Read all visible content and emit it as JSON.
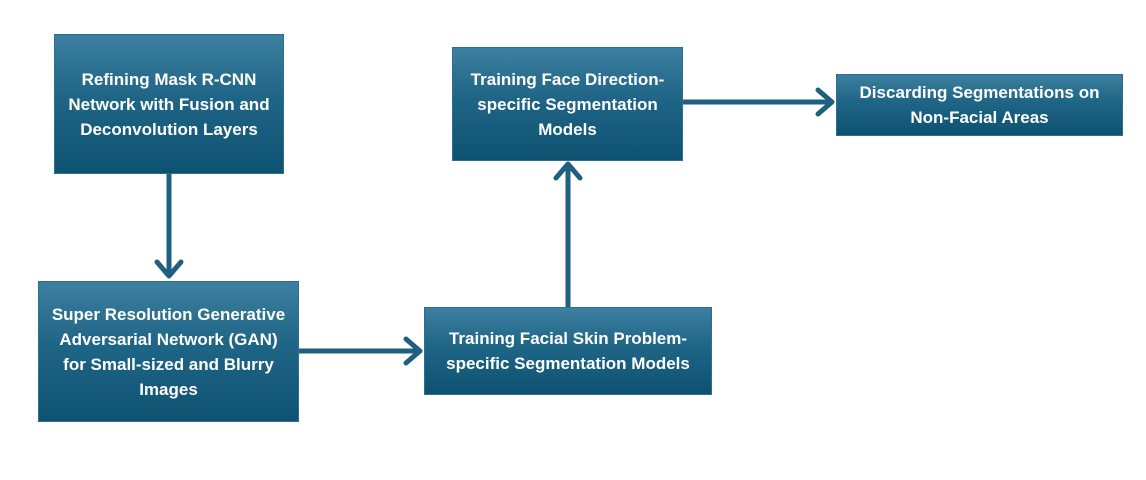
{
  "diagram": {
    "boxes": {
      "refining": "Refining Mask R-CNN Network with Fusion and Deconvolution Layers",
      "gan": "Super Resolution Generative Adversarial Network (GAN) for Small-sized and Blurry Images",
      "skin": "Training Facial Skin Problem-specific Segmentation Models",
      "direction": "Training Face Direction-specific Segmentation Models",
      "discard": "Discarding Segmentations on Non-Facial Areas"
    },
    "colors": {
      "box_top": "#3d7fa0",
      "box_bottom": "#0e5272",
      "arrow": "#1f5f80"
    }
  }
}
